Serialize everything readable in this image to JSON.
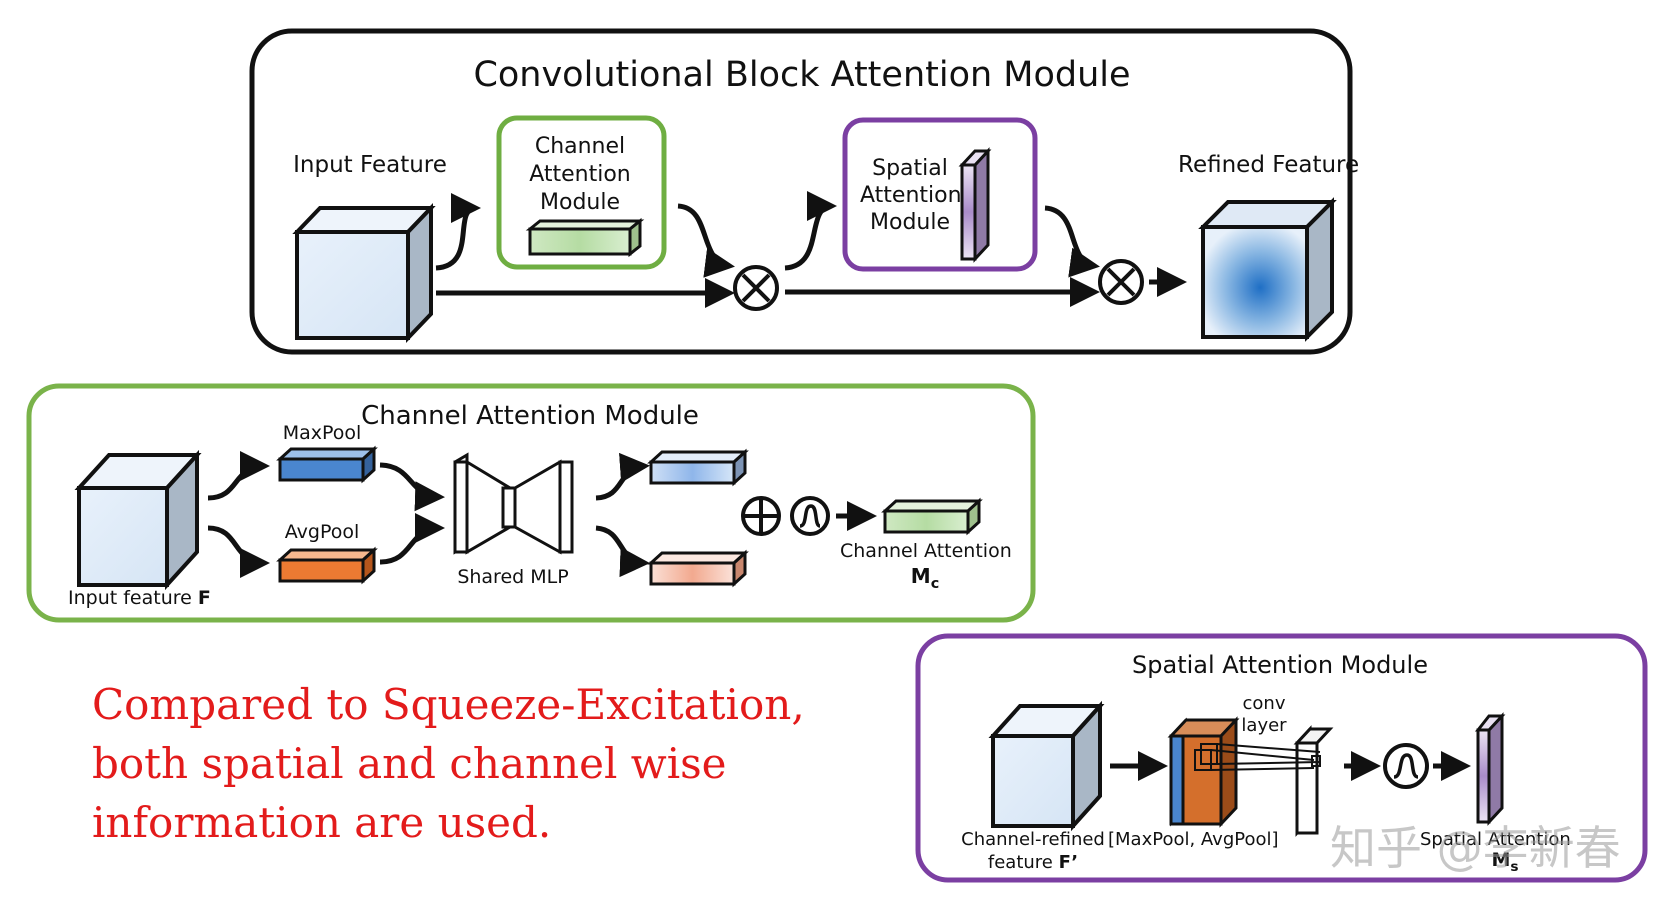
{
  "colors": {
    "cbam_border": "#111111",
    "channel_border": "#7ab34a",
    "spatial_border": "#7b3fa2",
    "note_text": "#e31b1b",
    "maxpool": "#4a86cf",
    "avgpool": "#ec7a32"
  },
  "cbam": {
    "title": "Convolutional Block Attention Module",
    "input_label": "Input Feature",
    "channel_box_label": "Channel Attention Module",
    "spatial_box_label": "Spatial Attention Module",
    "refined_label": "Refined Feature"
  },
  "channel_module": {
    "title": "Channel Attention Module",
    "maxpool_label": "MaxPool",
    "avgpool_label": "AvgPool",
    "input_label": "Input feature",
    "input_symbol": "F",
    "mlp_label": "Shared MLP",
    "output_label": "Channel Attention",
    "output_symbol": "M",
    "output_subscript": "c"
  },
  "spatial_module": {
    "title": "Spatial Attention Module",
    "conv_label": "conv layer",
    "input_label_line1": "Channel-refined",
    "input_label_line2": "feature",
    "input_symbol": "F’",
    "pool_label": "[MaxPool, AvgPool]",
    "output_label": "Spatial Attention",
    "output_symbol": "M",
    "output_subscript": "s"
  },
  "note": "Compared to Squeeze-Excitation, both spatial and channel wise information are used.",
  "watermark": "知乎 @李新春"
}
